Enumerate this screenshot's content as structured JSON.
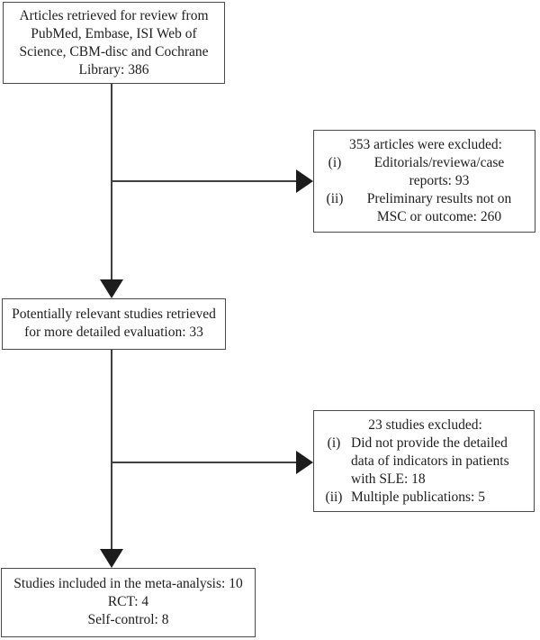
{
  "flowchart": {
    "top_box": {
      "text": "Articles retrieved for review from\nPubMed, Embase, ISI Web of\nScience, CBM-disc and Cochrane\nLibrary: 386",
      "count": 386
    },
    "excluded_box_1": {
      "title": "353 articles were excluded:",
      "count": 353,
      "items": [
        {
          "marker": "(i)",
          "text": "Editorials/reviewa/case\nreports: 93"
        },
        {
          "marker": "(ii)",
          "text": "Preliminary results not on\nMSC or outcome: 260"
        }
      ]
    },
    "middle_box": {
      "text": "Potentially relevant studies retrieved\nfor more detailed evaluation: 33",
      "count": 33
    },
    "excluded_box_2": {
      "title": "23 studies excluded:",
      "count": 23,
      "items": [
        {
          "marker": "(i)",
          "text": "Did not provide the detailed\ndata of indicators in patients\nwith SLE: 18"
        },
        {
          "marker": "(ii)",
          "text": "Multiple publications: 5"
        }
      ]
    },
    "bottom_box": {
      "text": "Studies included in the meta-analysis: 10\nRCT: 4\nSelf-control: 8",
      "count": 10
    }
  },
  "colors": {
    "background": "#ffffff",
    "box_border": "#4a4a4a",
    "text": "#1d1d1d",
    "line": "#3f3f3f",
    "arrow": "#1d1d1d"
  }
}
